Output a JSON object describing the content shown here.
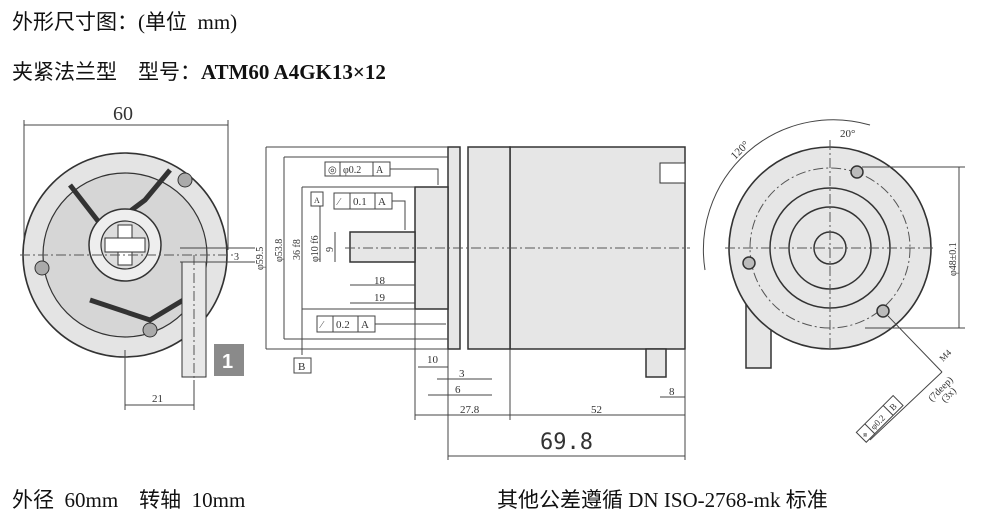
{
  "header": {
    "line1": "外形尺寸图：(单位  mm)",
    "line2_prefix": "夹紧法兰型    型号：",
    "model": "ATM60 A4GK13×12"
  },
  "front_view": {
    "width_dim": "60",
    "keyway_dim": "3",
    "connector_offset": "21",
    "badge": "1"
  },
  "side_view": {
    "dia_outer": "φ59.5",
    "dia_flange": "φ53.8",
    "dia_hub": "36 f8",
    "dia_shaft": "φ10 f6",
    "flat": "9",
    "concentricity": {
      "symbol": "◎",
      "value": "φ0.2",
      "datum": "A"
    },
    "runout1": {
      "symbol": "⁄",
      "value": "0.1",
      "datum": "A"
    },
    "runout2": {
      "symbol": "⁄",
      "value": "0.2",
      "datum": "A"
    },
    "datum_a": "A",
    "datum_b": "B",
    "len_18": "18",
    "len_19": "19",
    "len_10": "10",
    "len_3": "3",
    "len_6": "6",
    "len_27_8": "27.8",
    "len_52": "52",
    "len_8": "8",
    "total_length": "69.8"
  },
  "rear_view": {
    "angle_120": "120°",
    "angle_20": "20°",
    "pcd": "φ48±0.1",
    "thread": "M4",
    "depth": "(7deep)",
    "count": "(3x)",
    "position": {
      "symbol": "⌖",
      "value": "φ0.2",
      "datum": "B"
    }
  },
  "footer": {
    "left": "外径  60mm    转轴  10mm",
    "right": "其他公差遵循 DN ISO-2768-mk 标准"
  }
}
